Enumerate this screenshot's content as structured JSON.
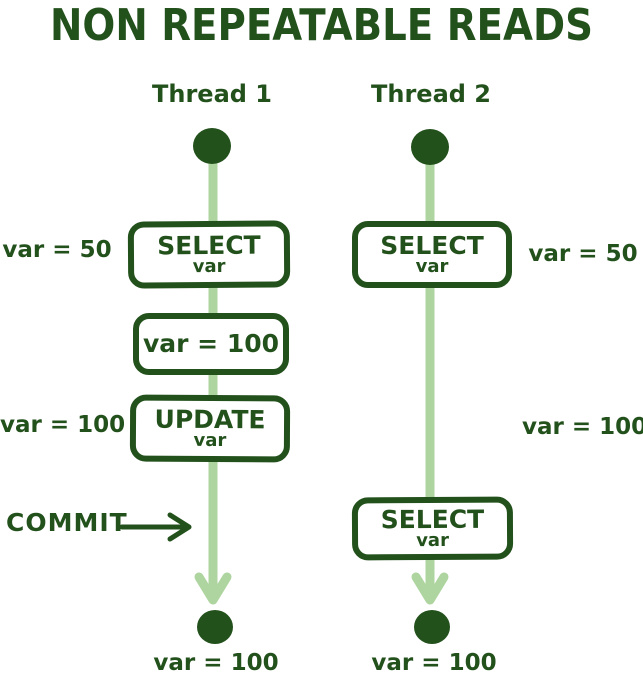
{
  "title": "NON REPEATABLE READS",
  "colors": {
    "dark_green": "#23511c",
    "light_green": "#aed59f"
  },
  "threads": [
    {
      "label": "Thread 1",
      "boxes": [
        {
          "line1": "SELECT",
          "line2": "var"
        },
        {
          "line1": "var = 100",
          "line2": ""
        },
        {
          "line1": "UPDATE",
          "line2": "var"
        }
      ],
      "result_label": "var = 100"
    },
    {
      "label": "Thread 2",
      "boxes": [
        {
          "line1": "SELECT",
          "line2": "var"
        },
        {
          "line1": "SELECT",
          "line2": "var"
        }
      ],
      "result_label": "var = 100"
    }
  ],
  "annotations": {
    "left_var_50": "var = 50",
    "left_var_100": "var = 100",
    "right_var_50": "var = 50",
    "right_var_100": "var = 100",
    "commit": "COMMIT"
  }
}
